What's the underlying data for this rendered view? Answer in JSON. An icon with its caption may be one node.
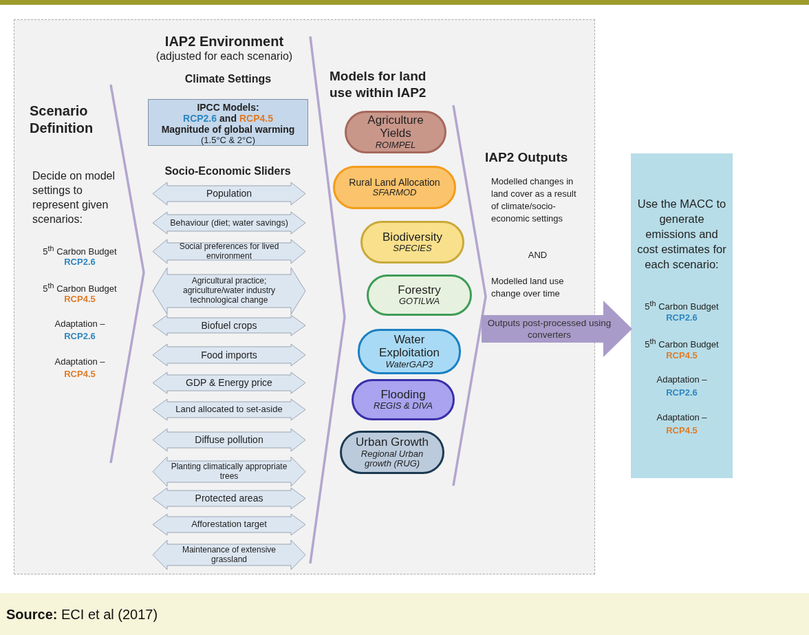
{
  "diagram": {
    "caption": "**Source:** ECI et al (2017)",
    "nodes": [
      {
        "text": [],
        "shape": "box"
      },
      {
        "text": [
          "Climate Settings",
          "IPCC Models:",
          "RCP2.6",
          "and",
          "RCP4.5",
          "Magnitude of global warming",
          "(1.5°C & 2°C)"
        ],
        "in": 0
      },
      {
        "text": [
          "Population"
        ],
        "in": 0
      },
      {
        "text": [
          "Behaviour (diet; water savings)"
        ],
        "in": 0
      },
      {
        "text": [
          "Social preferences for lived environment"
        ],
        "in": 0
      },
      {
        "text": [
          "Agricultural practice; agriculture/water industry technological change"
        ],
        "in": 0
      },
      {
        "text": [
          "Biofuel crops"
        ],
        "in": 0
      },
      {
        "text": [
          "Food imports"
        ],
        "in": 0
      },
      {
        "text": [
          "GDP & Energy price"
        ],
        "in": 0
      },
      {
        "text": [
          "Land allocated to set-aside"
        ],
        "in": 0
      },
      {
        "text": [
          "Diffuse pollution"
        ],
        "in": 0
      },
      {
        "text": [
          "Planting climatically appropriate trees"
        ],
        "in": 0
      },
      {
        "text": [
          "Protected areas"
        ],
        "in": 0
      },
      {
        "text": [
          "Afforestation target"
        ],
        "in": 0
      },
      {
        "text": [
          "Maintenance of extensive grassland"
        ],
        "in": 0
      },
      {
        "text": [
          "Agriculture Yields",
          "ROIMPEL"
        ],
        "in": 0
      },
      {
        "text": [
          "Rural Land Allocation",
          "SFARMOD"
        ],
        "in": 0
      },
      {
        "text": [
          "Biodiversity",
          "SPECIES"
        ],
        "in": 0
      },
      {
        "text": [
          "Forestry",
          "GOTILWA"
        ],
        "in": 0
      },
      {
        "text": [
          "Water Exploitation",
          "WaterGAP3"
        ],
        "in": 0
      },
      {
        "text": [
          "Flooding",
          "REGIS & DIVA"
        ],
        "in": 0
      },
      {
        "text": [
          "Urban Growth",
          "Regional Urban growth (RUG)"
        ],
        "in": 0
      },
      {
        "text": [
          "Use the MACC to generate emissions and cost estimates for each scenario:",
          "5$^{th}$ Carbon Budget",
          "RCP2.6",
          "5$^{th}$ Carbon Budget",
          "RCP4.5",
          "Adaptation –",
          "RCP2.6",
          "Adaptation –",
          "RCP4.5"
        ]
      }
    ],
    "edges": [
      {
        "from": 0,
        "to": 22,
        "arrow": "to",
        "label": "Outputs post-processed using converters"
      }
    ],
    "labels": [
      "IAP2 Environment",
      "(adjusted for each scenario)",
      "Models for land use within IAP2",
      "Scenario Definition",
      "Decide on model settings to represent given scenarios:",
      "5$^{th}$ Carbon Budget",
      "RCP2.6",
      "5$^{th}$ Carbon Budget",
      "RCP4.5",
      "Adaptation –",
      "RCP2.6",
      "Adaptation –",
      "RCP4.5",
      "Socio-Economic Sliders",
      "IAP2 Outputs",
      "Modelled changes in land cover as a result of climate/socio-economic settings",
      "AND",
      "Modelled land use change over time"
    ]
  }
}
